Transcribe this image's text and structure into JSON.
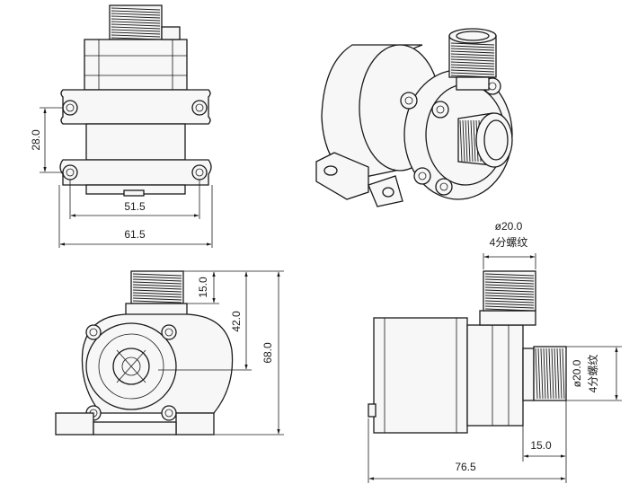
{
  "dimensions": {
    "top_height": "28.0",
    "top_width_inner": "51.5",
    "top_width_outer": "61.5",
    "front_thread_height": "15.0",
    "front_height_mid": "42.0",
    "front_height_total": "68.0",
    "side_outlet_diameter": "ø20.0",
    "side_outlet_thread": "4分螺纹",
    "side_inlet_diameter": "ø20.0",
    "side_inlet_thread": "4分螺纹",
    "side_inlet_length": "15.0",
    "side_length_total": "76.5"
  }
}
